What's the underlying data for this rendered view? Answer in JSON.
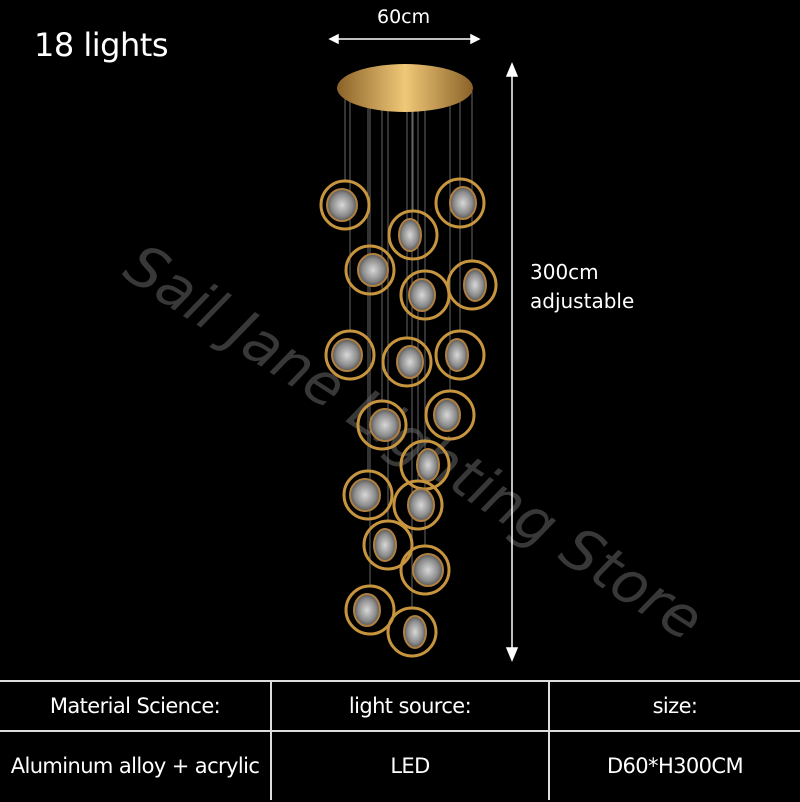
{
  "title": "18 lights",
  "dimensions": {
    "width": "60cm",
    "height_line1": "300cm",
    "height_line2": "adjustable"
  },
  "watermark": "Sail Jane Lighting Store",
  "colors": {
    "gold": "#c8953f",
    "background": "#000000"
  },
  "specs": {
    "headers": [
      "Material Science:",
      "light source:",
      "size:"
    ],
    "values": [
      "Aluminum alloy + acrylic",
      "LED",
      "D60*H300CM"
    ]
  }
}
